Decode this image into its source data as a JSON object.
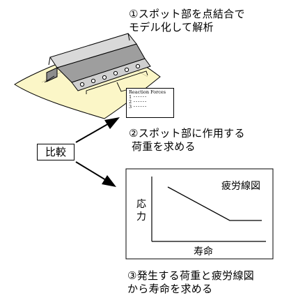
{
  "step1": {
    "line1": "①スポット部を点結合で",
    "line2": "モデル化して解析"
  },
  "step2": {
    "line1": "②スポット部に作用する",
    "line2": "荷重を求める"
  },
  "step3": {
    "line1": "③発生する荷重と疲労線図",
    "line2": "から寿命を求める"
  },
  "compare_label": "比較",
  "reaction_box": {
    "title": "Reaction Forces",
    "rows": [
      "1 ･･････",
      "2 ･･････",
      "3 ･･････"
    ]
  },
  "fatigue_chart": {
    "title": "疲労線図",
    "ylabel_line1": "応",
    "ylabel_line2": "力",
    "xlabel": "寿命"
  },
  "colors": {
    "sheet": "#fbf6c7",
    "part_top": "#d6d6d6",
    "part_side": "#9a9a9a",
    "stroke": "#000000"
  },
  "icons": [
    "arrow-icon",
    "spot-weld-icon"
  ]
}
